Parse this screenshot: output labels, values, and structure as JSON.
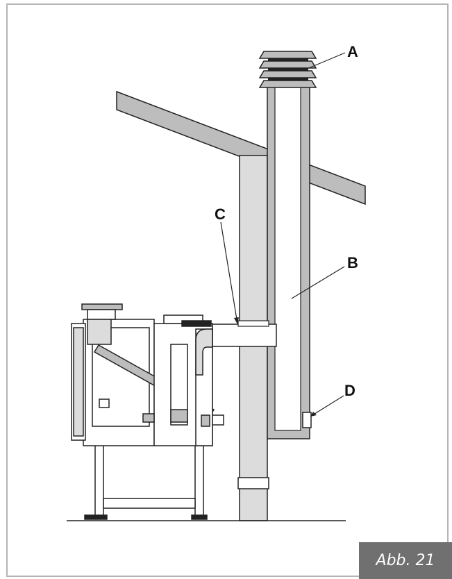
{
  "labels": {
    "a": "A",
    "b": "B",
    "c": "C",
    "d": "D"
  },
  "caption": "Abb. 21",
  "colors": {
    "outline": "#b5b5b5",
    "fill_gray": "#bdbdbd",
    "light_gray": "#dcdcdc",
    "stroke": "#222222",
    "caption_bg": "#707070"
  }
}
